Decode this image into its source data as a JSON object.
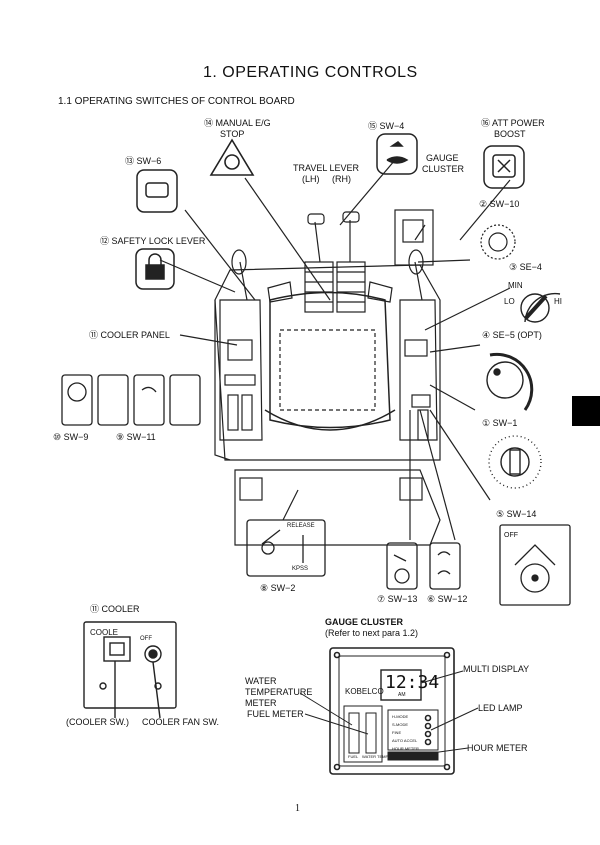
{
  "page": {
    "title": "1.   OPERATING CONTROLS",
    "section": "1.1  OPERATING SWITCHES OF CONTROL BOARD",
    "page_number": "1"
  },
  "callouts": {
    "manual_stop": {
      "line1": "⑭ MANUAL E/G",
      "line2": "STOP"
    },
    "sw4": "⑮ SW−4",
    "att_power": {
      "line1": "⑯ ATT POWER",
      "line2": "BOOST"
    },
    "sw6": "⑬ SW−6",
    "travel_lever": {
      "line1": "TRAVEL LEVER",
      "line2": "(LH)     (RH)"
    },
    "gauge_cluster": {
      "line1": "GAUGE",
      "line2": "CLUSTER"
    },
    "sw10": "② SW−10",
    "safety_lock": "⑫ SAFETY LOCK LEVER",
    "se4": "③ SE−4",
    "se4_min": "MIN",
    "se4_lo": "LO",
    "se4_hi": "HI",
    "cooler_panel": "⑪ COOLER PANEL",
    "se5": "④ SE−5 (OPT)",
    "sw1": "① SW−1",
    "sw9": "⑩ SW−9",
    "sw11": "⑨ SW−11",
    "sw14": "⑤ SW−14",
    "sw14_off": "OFF",
    "release": {
      "line1": "RELEASE",
      "line2": "KPSS"
    },
    "sw2": "⑧ SW−2",
    "sw13": "⑦ SW−13",
    "sw12": "⑥ SW−12"
  },
  "cooler": {
    "heading": "⑪ COOLER",
    "panel_label": "COOLE",
    "fan_off": "OFF",
    "cooler_sw": "(COOLER SW.)",
    "fan_sw": "COOLER FAN SW."
  },
  "gauge": {
    "heading": "GAUGE CLUSTER",
    "subheading": "(Refer to next para 1.2)",
    "brand": "KOBELCO",
    "display_time": "12:34",
    "display_sub": "AM",
    "water_temp": {
      "line1": "WATER",
      "line2": "TEMPERATURE",
      "line3": "METER"
    },
    "fuel_meter": "FUEL METER",
    "multi_display": "MULTI DISPLAY",
    "led_lamp": "LED LAMP",
    "hour_meter": "HOUR METER",
    "gauge_fuel": "FUEL",
    "gauge_water": "WATER TEMP",
    "modes": [
      "H-MODE",
      "S-MODE",
      "FINE",
      "AUTO ACCEL"
    ],
    "hour_meter_small": "HOUR METER"
  }
}
